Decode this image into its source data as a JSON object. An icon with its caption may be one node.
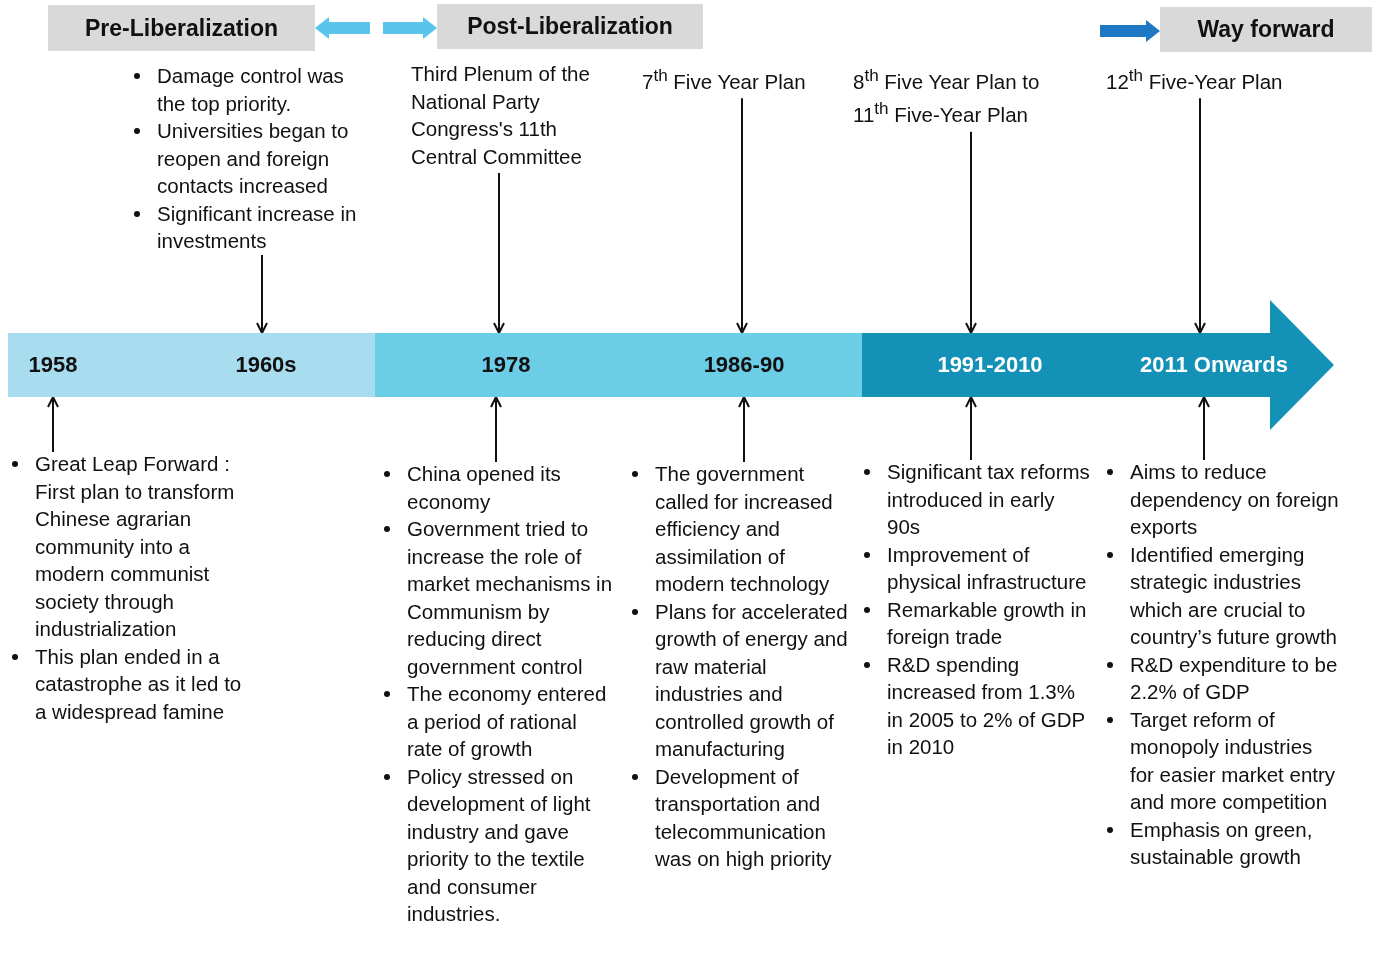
{
  "diagram": {
    "nodes": [
      {
        "text": [
          "Pre-Liberalization"
        ]
      },
      {
        "text": [
          "Post-Liberalization"
        ]
      },
      {
        "text": [
          "Way forward"
        ]
      },
      {
        "text": [
          "Damage control was the top priority.",
          "Universities began to reopen and foreign contacts increased",
          "Significant increase in investments"
        ]
      },
      {
        "text": [
          "Third Plenum of the National Party Congress's 11th Central Committee"
        ]
      },
      {
        "text": [
          "7$^{th}$ Five Year Plan"
        ]
      },
      {
        "text": [
          "8$^{th}$ Five Year Plan to 11$^{th}$ Five-Year Plan"
        ]
      },
      {
        "text": [
          "12$^{th}$ Five-Year Plan"
        ]
      },
      {
        "text": [],
        "shape": "bar"
      },
      {
        "text": [
          "1958"
        ],
        "in": 8
      },
      {
        "text": [
          "1960s"
        ],
        "in": 8
      },
      {
        "text": [],
        "shape": "bar"
      },
      {
        "text": [
          "1978"
        ],
        "in": 11
      },
      {
        "text": [
          "1986-90"
        ],
        "in": 11
      },
      {
        "text": [],
        "shape": "arrow"
      },
      {
        "text": [
          "1991-2010"
        ],
        "in": 14
      },
      {
        "text": [
          "2011 Onwards"
        ],
        "in": 14
      },
      {
        "text": [
          "Great Leap Forward : First plan to transform Chinese agrarian community into a modern communist society through industrialization",
          "This plan ended in a catastrophe as it led to a widespread famine"
        ]
      },
      {
        "text": [
          "China opened its economy",
          "Government tried to increase the role of market mechanisms in Communism by reducing direct government control",
          "The economy entered a period of rational rate of growth",
          "Policy stressed on development of light industry and gave priority to the textile and consumer industries."
        ]
      },
      {
        "text": [
          "The government called for increased efficiency and assimilation of modern technology",
          "Plans for accelerated growth of energy and raw material industries and controlled growth of manufacturing",
          "Development of transportation and telecommunication was on high priority"
        ]
      },
      {
        "text": [
          "Significant tax reforms introduced in early 90s",
          "Improvement of physical infrastructure",
          "Remarkable growth in foreign trade",
          "R&D spending increased from 1.3% in 2005 to 2% of GDP in 2010"
        ]
      },
      {
        "text": [
          "Aims to reduce dependency on foreign exports",
          "Identified emerging strategic industries which are crucial to country’s future growth",
          "R&D expenditure to be 2.2% of GDP",
          "Target reform of monopoly industries for easier market entry and more competition",
          "Emphasis on green, sustainable growth"
        ]
      }
    ],
    "edges": [
      {
        "from": null,
        "to": 0,
        "arrow": "to",
        "color": "#5bc4ea",
        "style": "thick"
      },
      {
        "from": null,
        "to": 1,
        "arrow": "to",
        "color": "#5bc4ea",
        "style": "thick"
      },
      {
        "from": null,
        "to": 2,
        "arrow": "to",
        "color": "#1f78c4",
        "style": "thick"
      },
      {
        "from": 3,
        "to": 10,
        "arrow": "to"
      },
      {
        "from": 4,
        "to": 12,
        "arrow": "to"
      },
      {
        "from": 5,
        "to": 13,
        "arrow": "to"
      },
      {
        "from": 6,
        "to": 15,
        "arrow": "to"
      },
      {
        "from": 7,
        "to": 16,
        "arrow": "to"
      },
      {
        "from": 17,
        "to": 9,
        "arrow": "to"
      },
      {
        "from": 18,
        "to": 12,
        "arrow": "to"
      },
      {
        "from": 19,
        "to": 13,
        "arrow": "to"
      },
      {
        "from": 20,
        "to": 15,
        "arrow": "to"
      },
      {
        "from": 21,
        "to": 16,
        "arrow": "to"
      }
    ]
  }
}
